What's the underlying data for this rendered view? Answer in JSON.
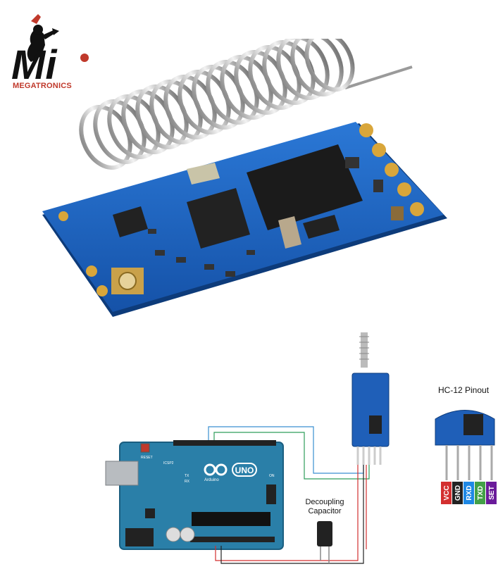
{
  "brand": {
    "name": "MEGATRONICS",
    "logo_letters": "Mi"
  },
  "diagram": {
    "board_label": "UNO",
    "board_sub": "Arduino",
    "reset_label": "RESET",
    "icsp_label": "ICSP2",
    "on_label": "ON",
    "tx_label": "TX",
    "rx_label": "RX",
    "capacitor_label_line1": "Decoupling",
    "capacitor_label_line2": "Capacitor",
    "pinout_title": "HC-12 Pinout",
    "pins": [
      {
        "name": "VCC",
        "color": "#d32f2f"
      },
      {
        "name": "GND",
        "color": "#222222"
      },
      {
        "name": "RXD",
        "color": "#1e88e5"
      },
      {
        "name": "TXD",
        "color": "#43a047"
      },
      {
        "name": "SET",
        "color": "#6a1b9a"
      }
    ]
  },
  "colors": {
    "pcb_blue": "#1f5fb8",
    "arduino_teal": "#2a7fa8",
    "brand_red": "#c0392b"
  }
}
